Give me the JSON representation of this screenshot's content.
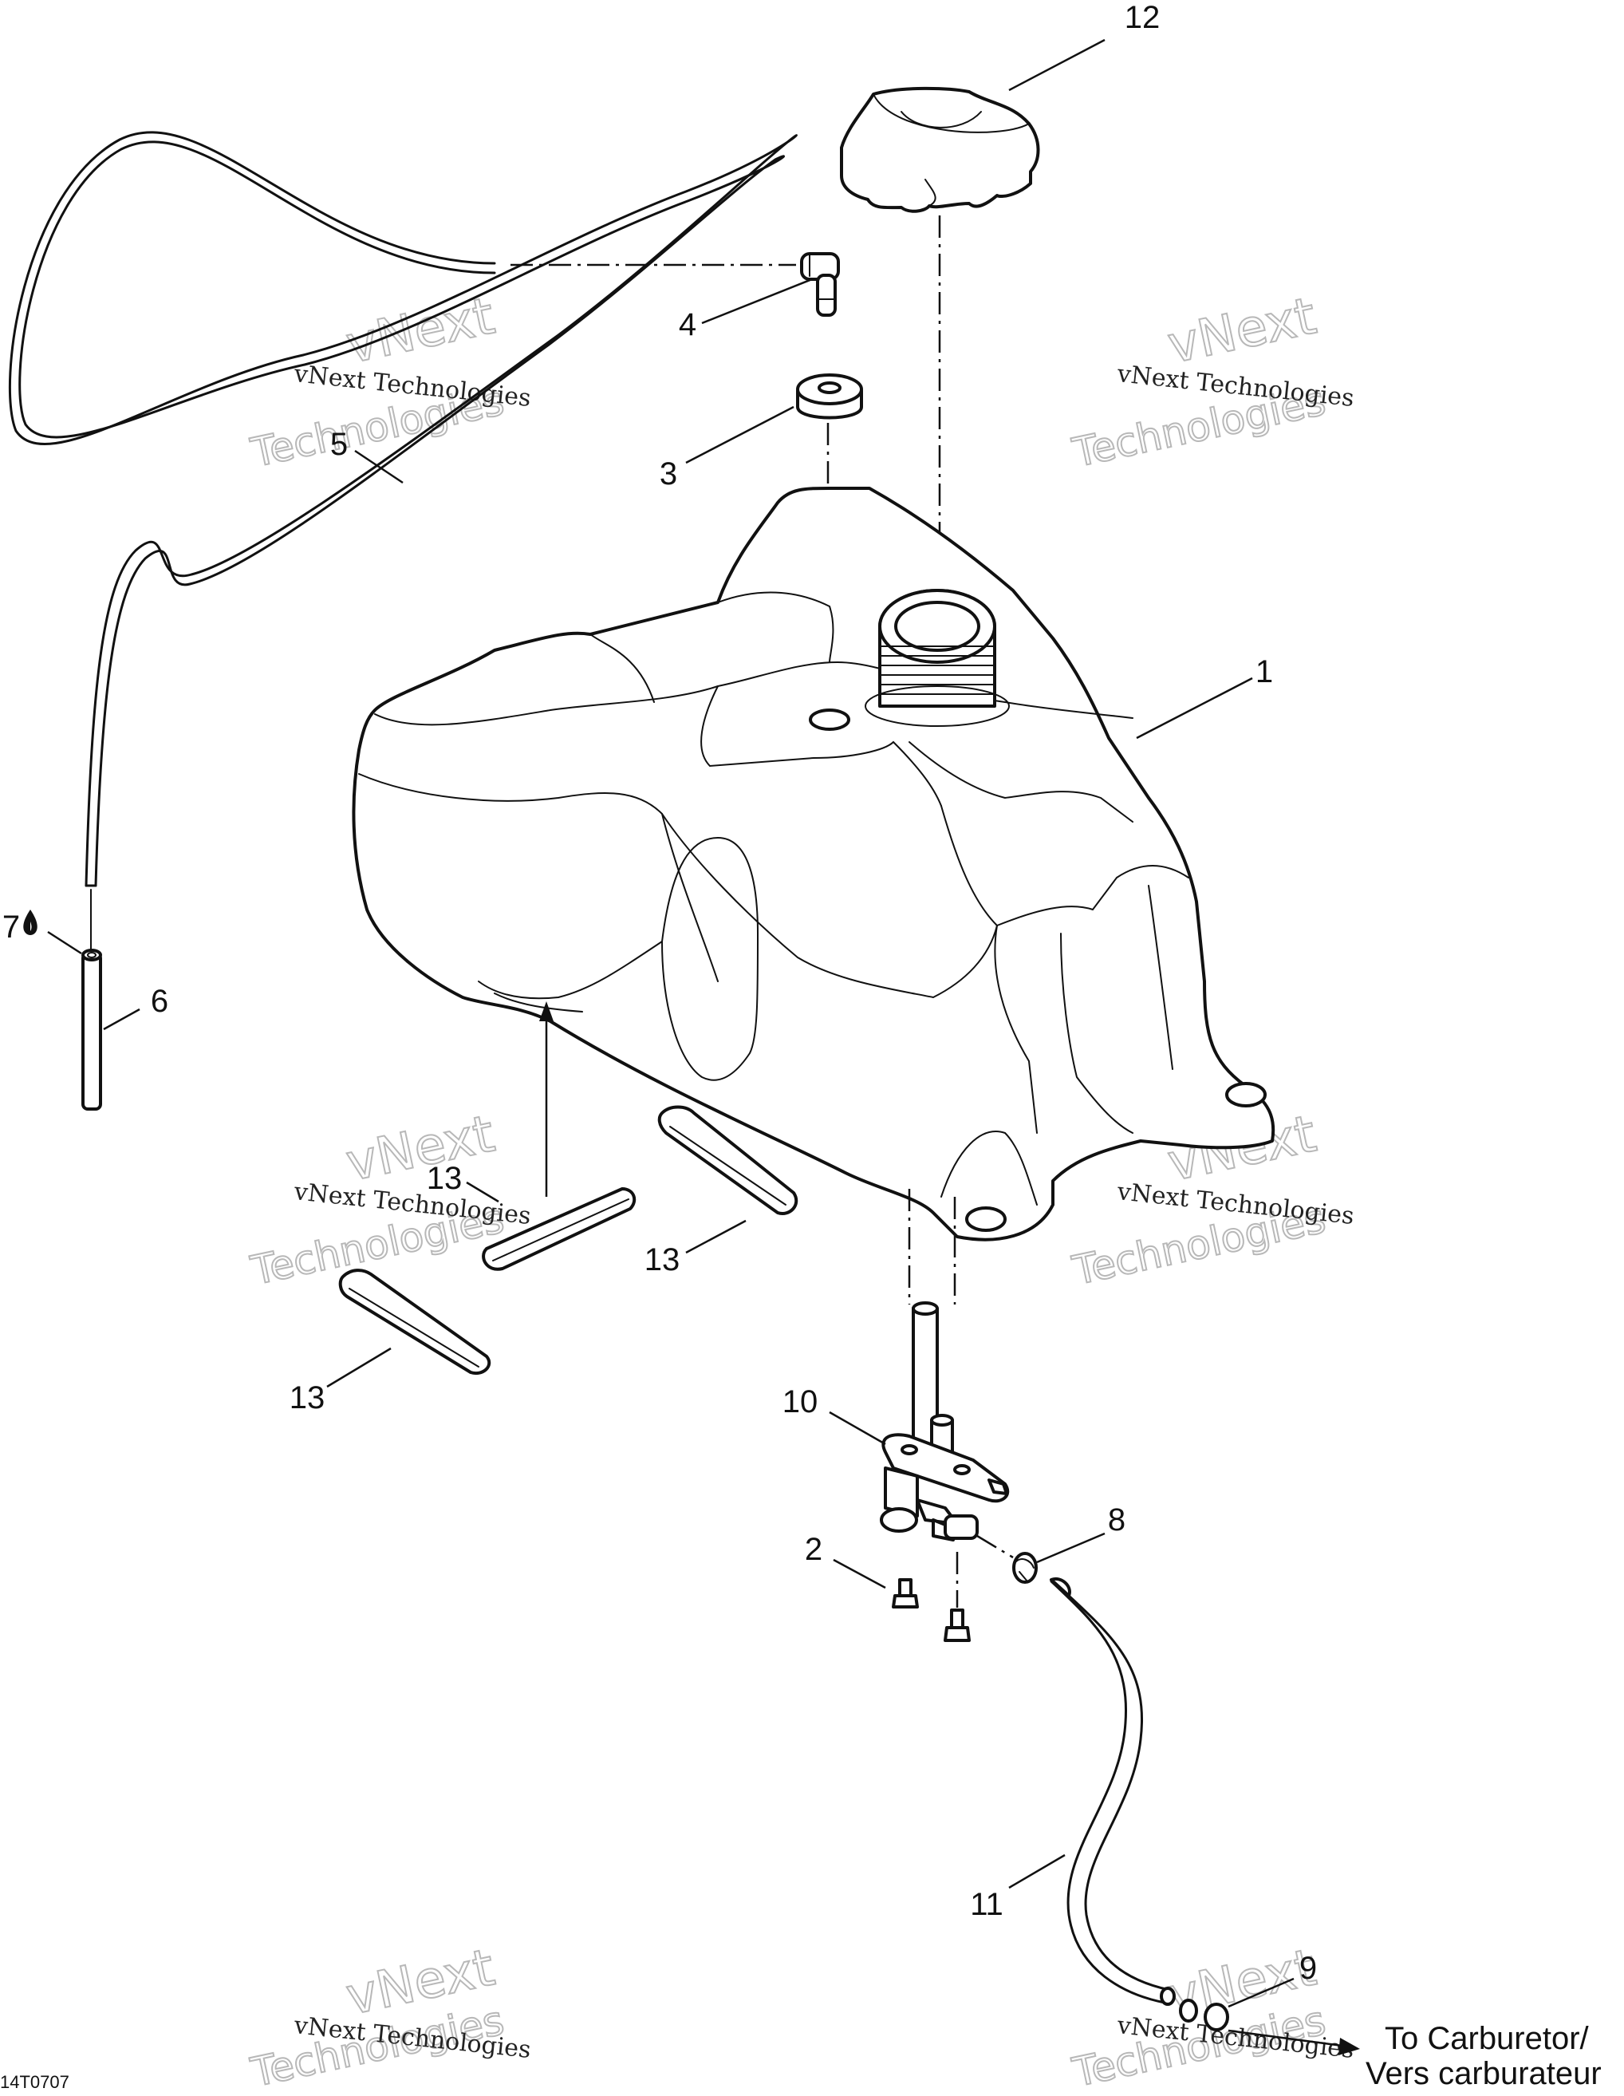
{
  "diagram": {
    "callouts": [
      {
        "id": "1",
        "label": "1"
      },
      {
        "id": "2",
        "label": "2"
      },
      {
        "id": "3",
        "label": "3"
      },
      {
        "id": "4",
        "label": "4"
      },
      {
        "id": "5",
        "label": "5"
      },
      {
        "id": "6",
        "label": "6"
      },
      {
        "id": "7",
        "label": "7"
      },
      {
        "id": "8",
        "label": "8"
      },
      {
        "id": "9",
        "label": "9"
      },
      {
        "id": "10",
        "label": "10"
      },
      {
        "id": "11",
        "label": "11"
      },
      {
        "id": "12",
        "label": "12"
      },
      {
        "id": "13a",
        "label": "13"
      },
      {
        "id": "13b",
        "label": "13"
      },
      {
        "id": "13c",
        "label": "13"
      }
    ],
    "destination": {
      "line1": "To Carburetor/",
      "line2": "Vers carburateur"
    },
    "figure_ref": "14T0707",
    "watermark": {
      "company": "vNext Technologies",
      "word1": "vNext",
      "word2": "Technologies"
    }
  }
}
